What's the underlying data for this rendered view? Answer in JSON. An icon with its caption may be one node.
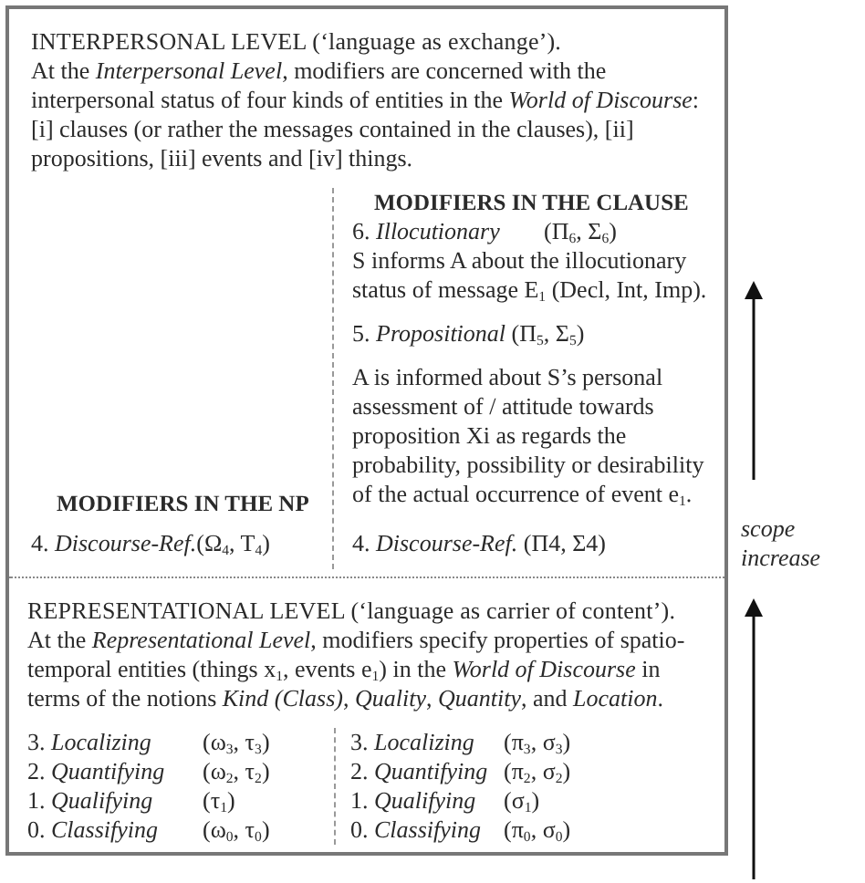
{
  "diagram": {
    "nodes": [
      {
        "text": [
          "INTERPERSONAL  LEVEL (‘language as exchange’).",
          "At the *Interpersonal Level*, modifiers are concerned with the interpersonal status of four kinds of entities in the *World of Discourse*: [i] clauses (or rather the messages contained in the clauses), [ii] propositions, [iii] events and [iv] things."
        ]
      },
      {
        "text": [
          "REPRESENTATIONAL  LEVEL (‘language as carrier of content’).",
          "At the *Representational Level*, modifiers specify properties of spatio-temporal entities (things x$_{1}$, events e$_{1}$) in the *World of Discourse* in terms of the notions *Kind (Class)*, *Quality*, *Quantity*, and *Location*."
        ]
      }
    ],
    "labels": [
      "MODIFIERS IN THE CLAUSE",
      "6. *Illocutionary*",
      "(Π$_{6}$, Σ$_{6}$)",
      "S informs A about the illocutionary status of message E$_{1}$ (Decl, Int, Imp).",
      "5. *Propositional* (Π$_{5}$, Σ$_{5}$)",
      "A is informed about S’s personal assessment of / attitude towards proposition Xi as regards the probability, possibility or desirability of the actual occurrence of event e$_{1}$.",
      "MODIFIERS IN THE NP",
      "4. *Discourse-Ref.*(Ω$_{4}$, Τ$_{4}$)",
      "4. *Discourse-Ref.* (Π4, Σ4)",
      "scope increase",
      "3. *Localizing*",
      "(ω$_{3}$, τ$_{3}$)",
      "3. *Localizing*",
      "(π$_{3}$, σ$_{3}$)",
      "2. *Quantifying*",
      "(ω$_{2}$, τ$_{2}$)",
      "2. *Quantifying*",
      "(π$_{2}$, σ$_{2}$)",
      "1. *Qualifying*",
      "(τ$_{1}$)",
      "1. *Qualifying*",
      "(σ$_{1}$)",
      "0. *Classifying*",
      "(ω$_{0}$, τ$_{0}$)",
      "0. *Classifying*",
      "(π$_{0}$, σ$_{0}$)"
    ]
  }
}
